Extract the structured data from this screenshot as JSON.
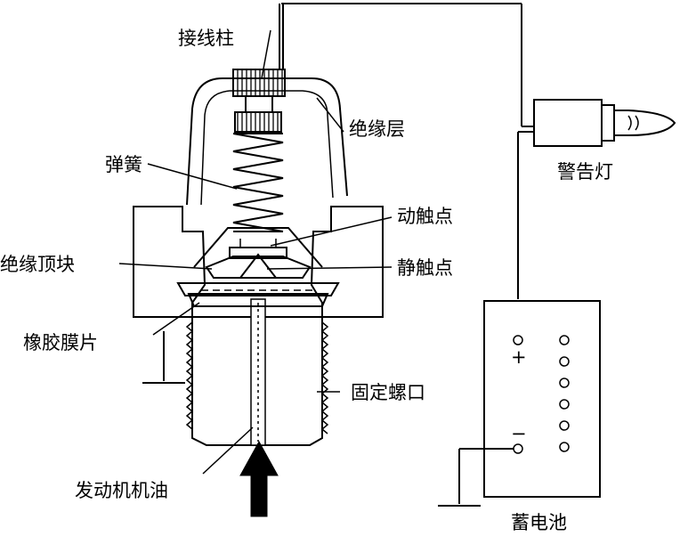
{
  "labels": {
    "terminal_post": "接线柱",
    "insulation_layer": "绝缘层",
    "spring": "弹簧",
    "moving_contact": "动触点",
    "insulating_top_block": "绝缘顶块",
    "static_contact": "静触点",
    "rubber_diaphragm": "橡胶膜片",
    "fixing_thread": "固定螺口",
    "engine_oil": "发动机机油",
    "warning_lamp": "警告灯",
    "battery": "蓄电池",
    "battery_plus": "+",
    "battery_minus": "−"
  },
  "colors": {
    "stroke": "#000000",
    "background": "#ffffff"
  }
}
